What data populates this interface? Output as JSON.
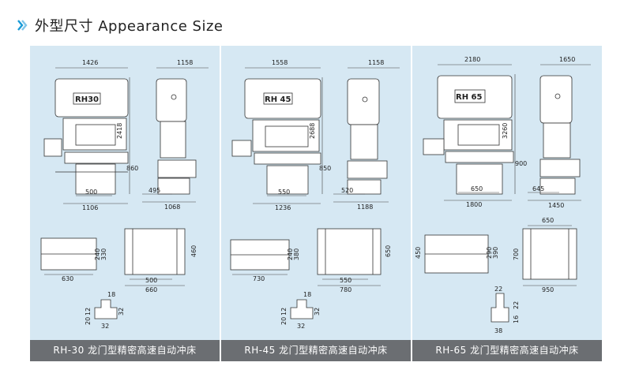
{
  "header": {
    "title": "外型尺寸 Appearance Size",
    "icon": "double-chevron-icon",
    "accent": "#1a9bd7"
  },
  "colors": {
    "panel_bg": "#d6e8f3",
    "caption_bg": "#6b6e72"
  },
  "panels": [
    {
      "model_label": "RH30",
      "caption": "RH-30 龙门型精密高速自动冲床",
      "dims": {
        "top_w": "1426",
        "side_top_w": "1158",
        "height": "2418",
        "table_h": "860",
        "base_inner": "500",
        "base_outer": "1106",
        "side_inner": "495",
        "side_outer": "1068",
        "bolster_w1": "240",
        "bolster_w2": "330",
        "bolster_len": "630",
        "slide_h": "460",
        "slide_inner": "500",
        "slide_outer": "660",
        "tslot_top": "18",
        "tslot_h1": "12",
        "tslot_h2": "20",
        "tslot_right": "32",
        "tslot_bottom": "32"
      }
    },
    {
      "model_label": "RH 45",
      "caption": "RH-45 龙门型精密高速自动冲床",
      "dims": {
        "top_w": "1558",
        "side_top_w": "1158",
        "height": "2688",
        "table_h": "850",
        "base_inner": "550",
        "base_outer": "1236",
        "side_inner": "520",
        "side_outer": "1188",
        "bolster_w1": "240",
        "bolster_w2": "380",
        "bolster_len": "730",
        "slide_h": "650",
        "slide_inner": "550",
        "slide_outer": "780",
        "tslot_top": "18",
        "tslot_h1": "12",
        "tslot_h2": "20",
        "tslot_right": "32",
        "tslot_bottom": "32"
      }
    },
    {
      "model_label": "RH 65",
      "caption": "RH-65 龙门型精密高速自动冲床",
      "dims": {
        "top_w": "2180",
        "side_top_w": "1650",
        "height": "3260",
        "table_h": "900",
        "base_inner": "650",
        "base_outer": "1800",
        "side_inner": "645",
        "side_outer": "1450",
        "bolster_w1": "290",
        "bolster_w2": "390",
        "bolster_left": "450",
        "bolster_len": "",
        "slide_top": "650",
        "slide_h": "700",
        "slide_outer": "950",
        "tslot_top": "22",
        "tslot_h1": "22",
        "tslot_h2": "16",
        "tslot_bottom": "38"
      }
    }
  ]
}
